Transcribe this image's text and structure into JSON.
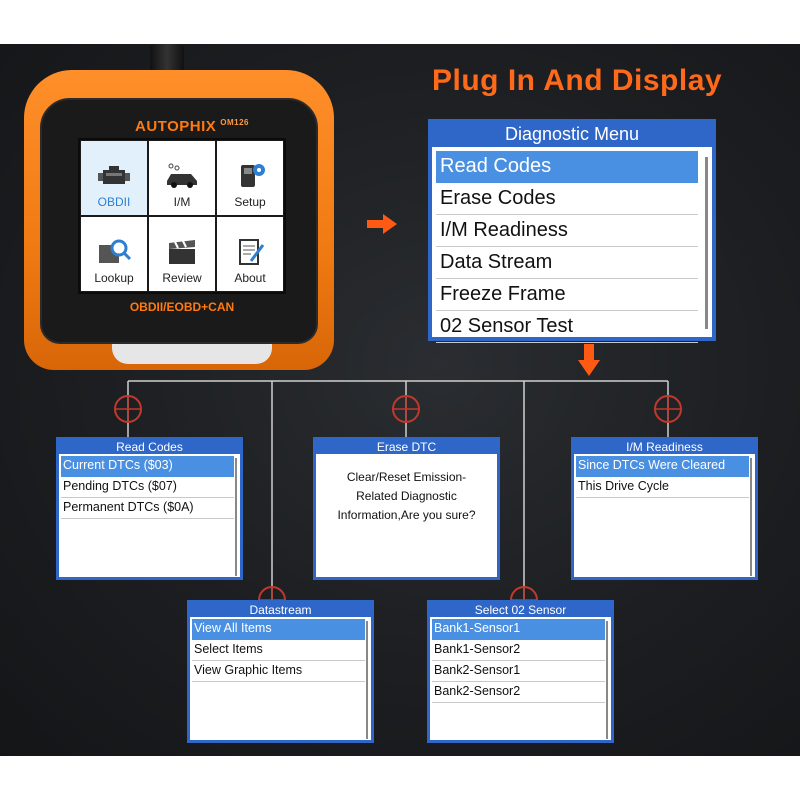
{
  "headline": "Plug In And Display",
  "device": {
    "brand": "AUTOPHIX",
    "model": "OM126",
    "caption": "OBDII/EOBD+CAN",
    "tiles": [
      {
        "label": "OBDII",
        "icon": "engine-icon",
        "active": true
      },
      {
        "label": "I/M",
        "icon": "car-icon"
      },
      {
        "label": "Setup",
        "icon": "setup-gear-icon"
      },
      {
        "label": "Lookup",
        "icon": "magnifier-icon"
      },
      {
        "label": "Review",
        "icon": "clapperboard-icon"
      },
      {
        "label": "About",
        "icon": "document-edit-icon"
      }
    ]
  },
  "diagnostic_menu": {
    "title": "Diagnostic Menu",
    "items": [
      "Read Codes",
      "Erase Codes",
      "I/M Readiness",
      "Data Stream",
      "Freeze Frame",
      "02 Sensor Test"
    ],
    "selected": "Read Codes"
  },
  "read_codes": {
    "title": "Read Codes",
    "items": [
      "Current DTCs ($03)",
      "Pending DTCs ($07)",
      "Permanent DTCs ($0A)"
    ]
  },
  "erase_dtc": {
    "title": "Erase DTC",
    "message_lines": [
      "Clear/Reset Emission-",
      "Related Diagnostic",
      "Information,Are you sure?"
    ]
  },
  "im_readiness": {
    "title": "I/M Readiness",
    "items": [
      "Since DTCs Were Cleared",
      "This Drive Cycle"
    ]
  },
  "datastream": {
    "title": "Datastream",
    "items": [
      "View All Items",
      "Select Items",
      "View Graphic Items"
    ]
  },
  "o2_sensor": {
    "title": "Select 02 Sensor",
    "items": [
      "Bank1-Sensor1",
      "Bank1-Sensor2",
      "Bank2-Sensor1",
      "Bank2-Sensor2"
    ]
  },
  "colors": {
    "accent_orange": "#ff6a1a",
    "window_blue": "#2f67c9",
    "highlight_blue": "#4a90e2",
    "connector_red": "#c0392b"
  }
}
